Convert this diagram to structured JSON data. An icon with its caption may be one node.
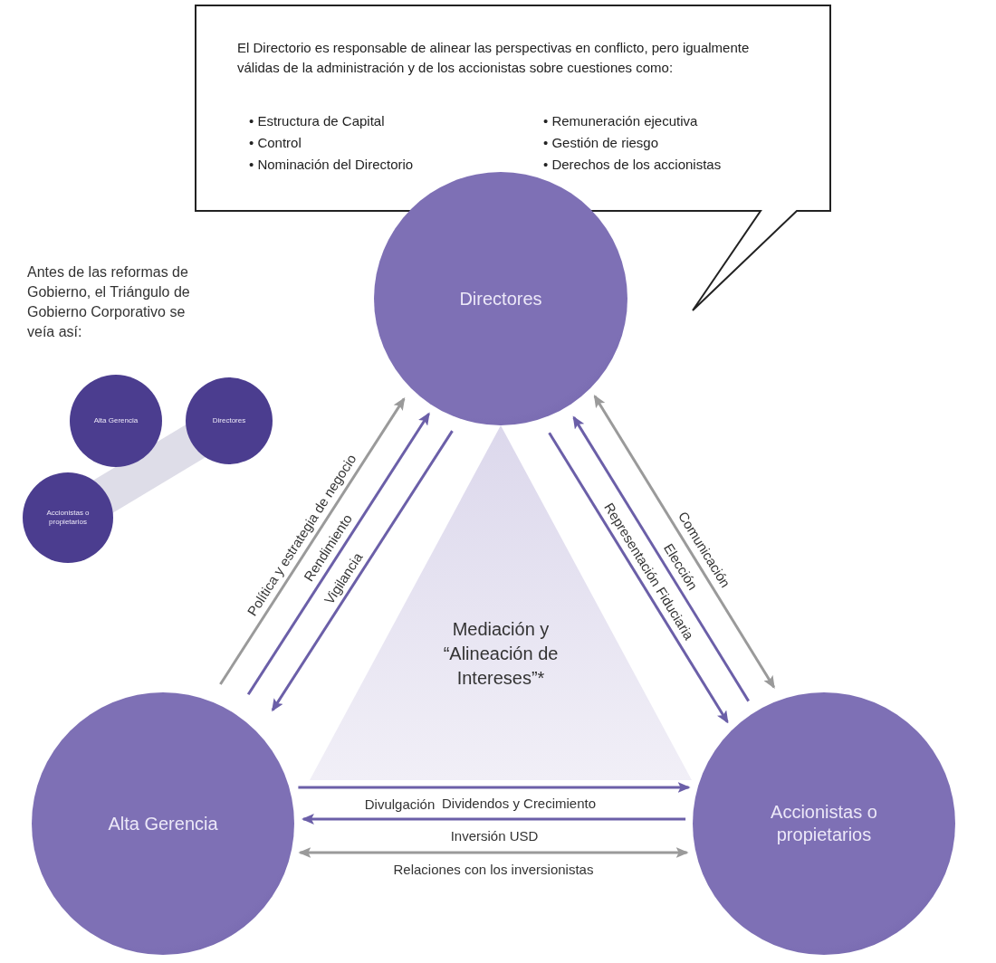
{
  "diagram": {
    "nodes": [
      {
        "text": [
          "El Directorio es responsable de alinear las perspectivas en conflicto, pero igualmente válidas de la administración y de los accionistas sobre cuestiones como:",
          "• Estructura de Capital",
          "• Control",
          "• Nominación del Directorio",
          "• Remuneración ejecutiva",
          "• Gestión de riesgo",
          "• Derechos de los accionistas"
        ]
      },
      {
        "text": [
          "Directores"
        ]
      },
      {
        "text": [
          "Mediación y “Alineación de Intereses”*"
        ]
      },
      {
        "text": [
          "Alta Gerencia"
        ]
      },
      {
        "text": [
          "Accionistas o propietarios"
        ]
      },
      {
        "text": [
          "Alta Gerencia"
        ]
      },
      {
        "text": [
          "Directores"
        ]
      },
      {
        "text": [
          "Accionistas o propietarios"
        ]
      }
    ],
    "edges": [
      {
        "from": 3,
        "to": 1,
        "arrow": "to",
        "label": "Política y estrategia de negocio",
        "color": "#9a9a9a"
      },
      {
        "from": 3,
        "to": 1,
        "arrow": "to",
        "label": "Rendimiento"
      },
      {
        "from": 1,
        "to": 3,
        "arrow": "to",
        "label": "Vigilancia"
      },
      {
        "from": 1,
        "to": 4,
        "arrow": "both",
        "label": "Comunicación",
        "color": "#9a9a9a"
      },
      {
        "from": 4,
        "to": 1,
        "arrow": "to",
        "label": "Elección"
      },
      {
        "from": 1,
        "to": 4,
        "arrow": "to",
        "label": "Representación Fiduciaria"
      },
      {
        "from": 3,
        "to": 4,
        "arrow": "to",
        "label": "Divulgación"
      },
      {
        "from": 4,
        "to": 3,
        "arrow": "to",
        "label": "Inversión USD"
      },
      {
        "from": 3,
        "to": 4,
        "arrow": "both",
        "label": "Relaciones con los inversionistas",
        "color": "#9a9a9a"
      },
      {
        "from": 6,
        "to": 7,
        "arrow": "none",
        "style": "thick",
        "color": "#dedde8"
      }
    ],
    "labels": [
      "Antes de las reformas de Gobierno, el Triángulo de Gobierno Corporativo se veía así:",
      "Dividendos y Crecimiento"
    ]
  }
}
